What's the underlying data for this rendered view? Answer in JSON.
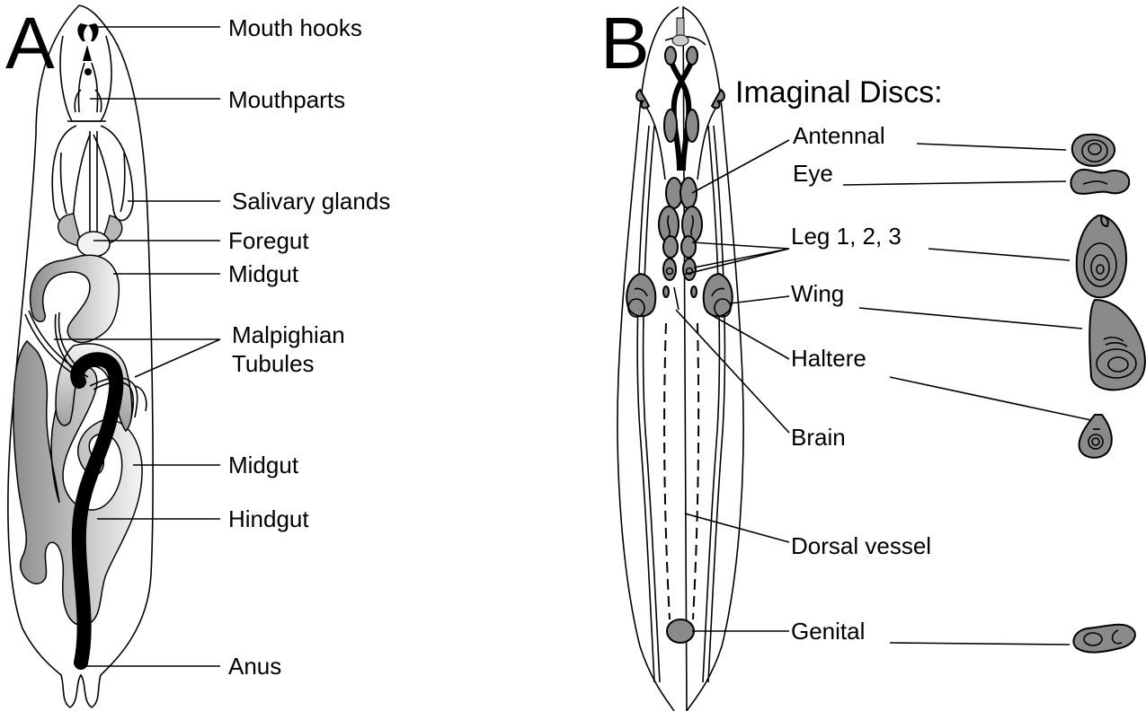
{
  "panel_a": {
    "letter": "A",
    "labels": {
      "mouth_hooks": "Mouth hooks",
      "mouthparts": "Mouthparts",
      "salivary_glands": "Salivary glands",
      "foregut": "Foregut",
      "midgut_upper": "Midgut",
      "malpighian_line1": "Malpighian",
      "malpighian_line2": "Tubules",
      "midgut_lower": "Midgut",
      "hindgut": "Hindgut",
      "anus": "Anus"
    }
  },
  "panel_b": {
    "letter": "B",
    "heading": "Imaginal Discs:",
    "labels": {
      "antennal": "Antennal",
      "eye": "Eye",
      "leg": "Leg 1, 2, 3",
      "wing": "Wing",
      "haltere": "Haltere",
      "brain": "Brain",
      "dorsal_vessel": "Dorsal vessel",
      "genital": "Genital"
    }
  },
  "colors": {
    "disc_fill": "#8a8a8a",
    "gut_light": "#f2f2f2",
    "gut_dark": "#8c8c8c",
    "hindgut": "#000000"
  }
}
